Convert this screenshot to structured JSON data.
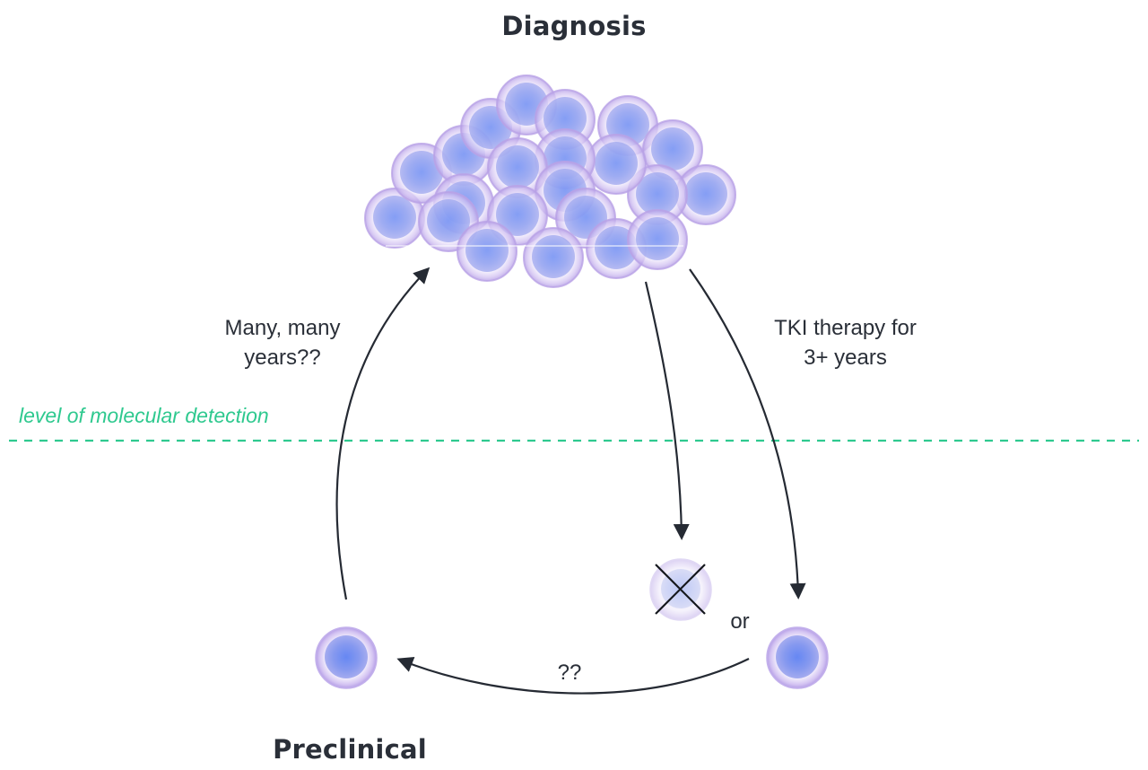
{
  "titles": {
    "top": "Diagnosis",
    "bottom": "Preclinical"
  },
  "labels": {
    "left_arrow": [
      "Many, many",
      "years??"
    ],
    "right_arrow": [
      "TKI therapy for",
      "3+ years"
    ],
    "bottom_arrow": "??",
    "or": "or",
    "detection_level": "level of molecular detection"
  },
  "colors": {
    "text": "#2a2f38",
    "arrow": "#252a33",
    "detection_line": "#2fc98f",
    "cell_membrane": "#b9a3e6",
    "cell_nucleus": "#5b7df0"
  },
  "nodes": [
    {
      "id": "diagnosis-cluster",
      "label": "Diagnosis",
      "cell_count": 22
    },
    {
      "id": "preclinical-cell",
      "label": "Preclinical"
    },
    {
      "id": "eliminated-cell",
      "state": "crossed-out"
    },
    {
      "id": "residual-cell",
      "state": "persistent"
    }
  ],
  "edges": [
    {
      "from": "preclinical-cell",
      "to": "diagnosis-cluster",
      "label": "Many, many years??"
    },
    {
      "from": "diagnosis-cluster",
      "to": "eliminated-cell",
      "label": ""
    },
    {
      "from": "diagnosis-cluster",
      "to": "residual-cell",
      "label": "TKI therapy for 3+ years"
    },
    {
      "from": "residual-cell",
      "to": "preclinical-cell",
      "label": "??"
    }
  ]
}
